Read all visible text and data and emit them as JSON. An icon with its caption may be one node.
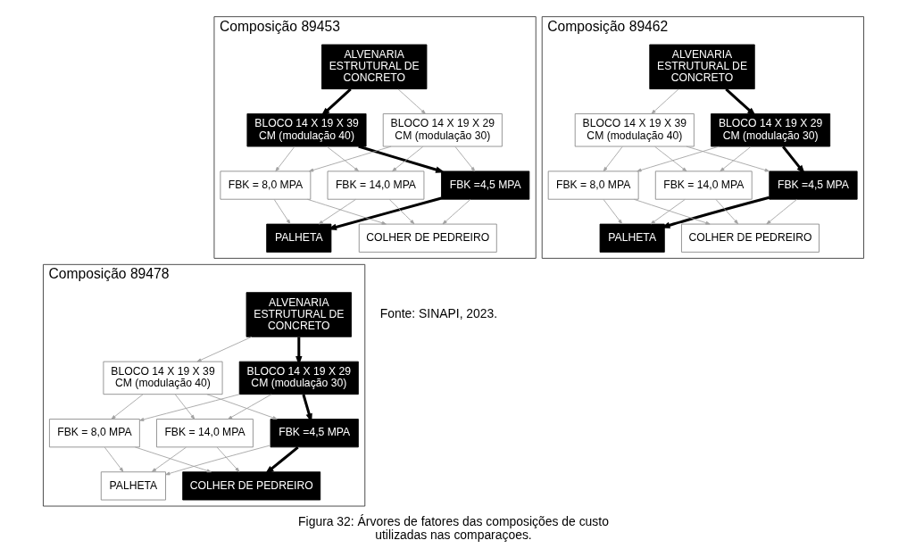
{
  "diagram": {
    "caption": "Figura 32: Árvores de fatores das composições de custo utilizadas nas comparaçoes.",
    "nodes": [
      {
        "text": [
          "Composição 89453"
        ]
      },
      {
        "text": [
          "ALVENARIA ESTRUTURAL DE CONCRETO"
        ],
        "in": 0
      },
      {
        "text": [
          "BLOCO 14 X 19 X 39 CM (modulação 40)"
        ],
        "in": 0
      },
      {
        "text": [
          "BLOCO 14 X 19 X 29 CM (modulação 30)"
        ],
        "in": 0
      },
      {
        "text": [
          "FBK =4,5 MPA"
        ],
        "in": 0
      },
      {
        "text": [
          "FBK = 8,0 MPA"
        ],
        "in": 0
      },
      {
        "text": [
          "FBK = 14,0 MPA"
        ],
        "in": 0
      },
      {
        "text": [
          "PALHETA"
        ],
        "in": 0
      },
      {
        "text": [
          "COLHER DE PEDREIRO"
        ],
        "in": 0
      },
      {
        "text": [
          "Composição 89462"
        ]
      },
      {
        "text": [
          "ALVENARIA ESTRUTURAL DE CONCRETO"
        ],
        "in": 9
      },
      {
        "text": [
          "BLOCO 14 X 19 X 39 CM (modulação 40)"
        ],
        "in": 9
      },
      {
        "text": [
          "BLOCO 14 X 19 X 29 CM (modulação 30)"
        ],
        "in": 9
      },
      {
        "text": [
          "FBK =4,5 MPA"
        ],
        "in": 9
      },
      {
        "text": [
          "FBK = 8,0 MPA"
        ],
        "in": 9
      },
      {
        "text": [
          "FBK = 14,0 MPA"
        ],
        "in": 9
      },
      {
        "text": [
          "PALHETA"
        ],
        "in": 9
      },
      {
        "text": [
          "COLHER DE PEDREIRO"
        ],
        "in": 9
      },
      {
        "text": [
          "Composição 89478"
        ]
      },
      {
        "text": [
          "ALVENARIA ESTRUTURAL DE CONCRETO"
        ],
        "in": 18
      },
      {
        "text": [
          "BLOCO 14 X 19 X 39 CM (modulação 40)"
        ],
        "in": 18
      },
      {
        "text": [
          "BLOCO 14 X 19 X 29 CM (modulação 30)"
        ],
        "in": 18
      },
      {
        "text": [
          "FBK =4,5 MPA"
        ],
        "in": 18
      },
      {
        "text": [
          "FBK = 8,0 MPA"
        ],
        "in": 18
      },
      {
        "text": [
          "FBK = 14,0 MPA"
        ],
        "in": 18
      },
      {
        "text": [
          "PALHETA"
        ],
        "in": 18
      },
      {
        "text": [
          "COLHER DE PEDREIRO"
        ],
        "in": 18
      }
    ],
    "edges": [
      {
        "from": 1,
        "to": 2,
        "arrow": "to",
        "style": "thick",
        "color": "#000000"
      },
      {
        "from": 1,
        "to": 3,
        "arrow": "to"
      },
      {
        "from": 2,
        "to": 4,
        "arrow": "to",
        "style": "thick",
        "color": "#000000"
      },
      {
        "from": 2,
        "to": 5,
        "arrow": "to"
      },
      {
        "from": 2,
        "to": 6,
        "arrow": "to"
      },
      {
        "from": 3,
        "to": 4,
        "arrow": "to"
      },
      {
        "from": 3,
        "to": 5,
        "arrow": "to"
      },
      {
        "from": 3,
        "to": 6,
        "arrow": "to"
      },
      {
        "from": 4,
        "to": 7,
        "arrow": "to",
        "style": "thick",
        "color": "#000000"
      },
      {
        "from": 4,
        "to": 8,
        "arrow": "to"
      },
      {
        "from": 5,
        "to": 7,
        "arrow": "to"
      },
      {
        "from": 5,
        "to": 8,
        "arrow": "to"
      },
      {
        "from": 6,
        "to": 7,
        "arrow": "to"
      },
      {
        "from": 6,
        "to": 8,
        "arrow": "to"
      },
      {
        "from": 10,
        "to": 11,
        "arrow": "to"
      },
      {
        "from": 10,
        "to": 12,
        "arrow": "to",
        "style": "thick",
        "color": "#000000"
      },
      {
        "from": 11,
        "to": 13,
        "arrow": "to"
      },
      {
        "from": 11,
        "to": 14,
        "arrow": "to"
      },
      {
        "from": 11,
        "to": 15,
        "arrow": "to"
      },
      {
        "from": 12,
        "to": 13,
        "arrow": "to",
        "style": "thick",
        "color": "#000000"
      },
      {
        "from": 12,
        "to": 14,
        "arrow": "to"
      },
      {
        "from": 12,
        "to": 15,
        "arrow": "to"
      },
      {
        "from": 13,
        "to": 16,
        "arrow": "to",
        "style": "thick",
        "color": "#000000"
      },
      {
        "from": 13,
        "to": 17,
        "arrow": "to"
      },
      {
        "from": 14,
        "to": 16,
        "arrow": "to"
      },
      {
        "from": 14,
        "to": 17,
        "arrow": "to"
      },
      {
        "from": 15,
        "to": 16,
        "arrow": "to"
      },
      {
        "from": 15,
        "to": 17,
        "arrow": "to"
      },
      {
        "from": 19,
        "to": 20,
        "arrow": "to"
      },
      {
        "from": 19,
        "to": 21,
        "arrow": "to",
        "style": "thick",
        "color": "#000000"
      },
      {
        "from": 20,
        "to": 22,
        "arrow": "to"
      },
      {
        "from": 20,
        "to": 23,
        "arrow": "to"
      },
      {
        "from": 20,
        "to": 24,
        "arrow": "to"
      },
      {
        "from": 21,
        "to": 22,
        "arrow": "to",
        "style": "thick",
        "color": "#000000"
      },
      {
        "from": 21,
        "to": 23,
        "arrow": "to"
      },
      {
        "from": 21,
        "to": 24,
        "arrow": "to"
      },
      {
        "from": 22,
        "to": 25,
        "arrow": "to"
      },
      {
        "from": 22,
        "to": 26,
        "arrow": "to",
        "style": "thick",
        "color": "#000000"
      },
      {
        "from": 23,
        "to": 25,
        "arrow": "to"
      },
      {
        "from": 23,
        "to": 26,
        "arrow": "to"
      },
      {
        "from": 24,
        "to": 25,
        "arrow": "to"
      },
      {
        "from": 24,
        "to": 26,
        "arrow": "to"
      }
    ],
    "labels": [
      "Fonte: SINAPI, 2023."
    ]
  }
}
